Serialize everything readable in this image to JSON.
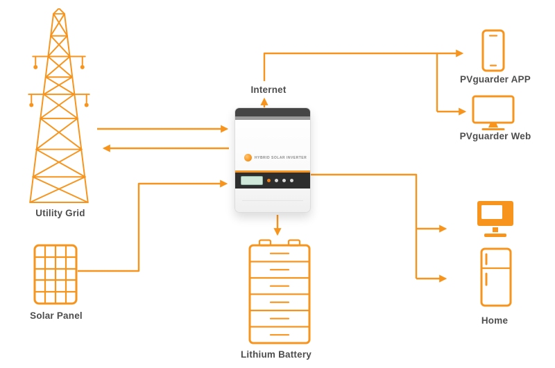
{
  "diagram": {
    "labels": {
      "utility_grid": "Utility Grid",
      "solar_panel": "Solar Panel",
      "internet": "Internet",
      "lithium_battery": "Lithium Battery",
      "pvguarder_app": "PVguarder APP",
      "pvguarder_web": "PVguarder Web",
      "home": "Home"
    },
    "inverter": {
      "brand_text": "HYBRID SOLAR INVERTER"
    },
    "colors": {
      "accent_orange": "#F7941D",
      "label_text": "#4D4D4D",
      "inverter_panel_dark": "#2E2E2E",
      "lcd_green": "#CFE8D9"
    },
    "icons": [
      "utility-grid-tower-icon",
      "solar-panel-icon",
      "inverter-device",
      "lithium-battery-icon",
      "smartphone-icon",
      "monitor-icon",
      "desktop-computer-icon",
      "refrigerator-icon"
    ],
    "connections": [
      {
        "from": "utility-grid",
        "to": "inverter"
      },
      {
        "from": "inverter",
        "to": "utility-grid"
      },
      {
        "from": "solar-panel",
        "to": "inverter"
      },
      {
        "from": "inverter",
        "to": "internet"
      },
      {
        "from": "internet",
        "to": "pvguarder-app"
      },
      {
        "from": "internet",
        "to": "pvguarder-web"
      },
      {
        "from": "inverter",
        "to": "lithium-battery"
      },
      {
        "from": "inverter",
        "to": "home"
      }
    ]
  }
}
